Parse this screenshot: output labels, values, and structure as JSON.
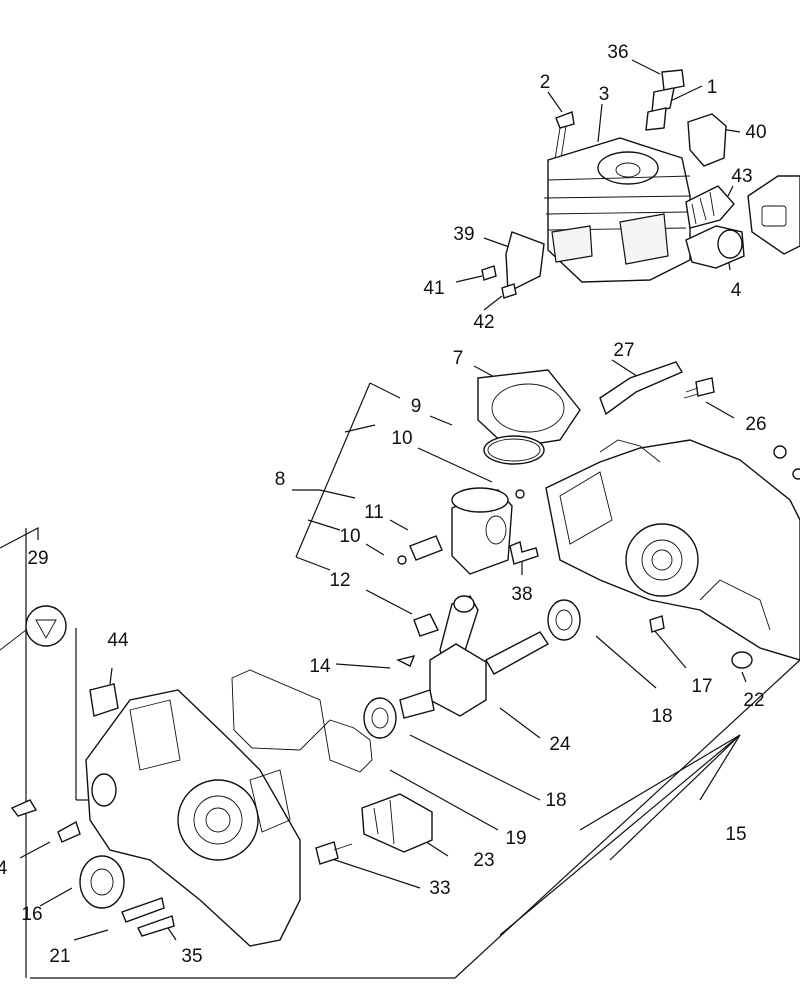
{
  "labels": [
    {
      "id": "1",
      "text": "1"
    },
    {
      "id": "2",
      "text": "2"
    },
    {
      "id": "3",
      "text": "3"
    },
    {
      "id": "4a",
      "text": "4"
    },
    {
      "id": "4b",
      "text": "4"
    },
    {
      "id": "7",
      "text": "7"
    },
    {
      "id": "8",
      "text": "8"
    },
    {
      "id": "9",
      "text": "9"
    },
    {
      "id": "10a",
      "text": "10"
    },
    {
      "id": "10b",
      "text": "10"
    },
    {
      "id": "11",
      "text": "11"
    },
    {
      "id": "12",
      "text": "12"
    },
    {
      "id": "14",
      "text": "14"
    },
    {
      "id": "15",
      "text": "15"
    },
    {
      "id": "16",
      "text": "16"
    },
    {
      "id": "17",
      "text": "17"
    },
    {
      "id": "18a",
      "text": "18"
    },
    {
      "id": "18b",
      "text": "18"
    },
    {
      "id": "19",
      "text": "19"
    },
    {
      "id": "21",
      "text": "21"
    },
    {
      "id": "22",
      "text": "22"
    },
    {
      "id": "23",
      "text": "23"
    },
    {
      "id": "24",
      "text": "24"
    },
    {
      "id": "26",
      "text": "26"
    },
    {
      "id": "27",
      "text": "27"
    },
    {
      "id": "29",
      "text": "29"
    },
    {
      "id": "33",
      "text": "33"
    },
    {
      "id": "35",
      "text": "35"
    },
    {
      "id": "36",
      "text": "36"
    },
    {
      "id": "38",
      "text": "38"
    },
    {
      "id": "39",
      "text": "39"
    },
    {
      "id": "40",
      "text": "40"
    },
    {
      "id": "41",
      "text": "41"
    },
    {
      "id": "42",
      "text": "42"
    },
    {
      "id": "43",
      "text": "43"
    },
    {
      "id": "44",
      "text": "44"
    }
  ]
}
